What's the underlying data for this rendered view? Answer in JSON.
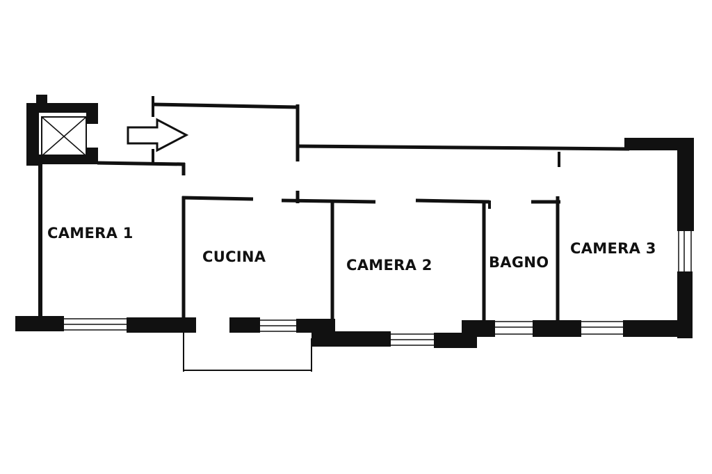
{
  "floor_plan": {
    "rooms": [
      {
        "key": "camera-1",
        "label": "CAMERA 1"
      },
      {
        "key": "cucina",
        "label": "CUCINA"
      },
      {
        "key": "camera-2",
        "label": "CAMERA 2"
      },
      {
        "key": "bagno",
        "label": "BAGNO"
      },
      {
        "key": "camera-3",
        "label": "CAMERA 3"
      }
    ],
    "entrance_marker": "arrow-right-icon",
    "colors": {
      "wall": "#111111",
      "background": "#ffffff"
    }
  }
}
